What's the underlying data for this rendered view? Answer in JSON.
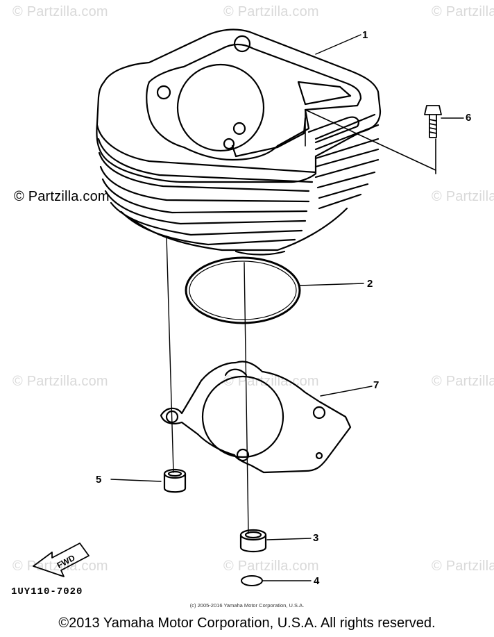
{
  "watermark": {
    "text": "© Partzilla.com",
    "color": "#d9d9d9"
  },
  "callouts": [
    "1",
    "2",
    "3",
    "4",
    "5",
    "6",
    "7"
  ],
  "fwd_label": "FWD",
  "diagram_code": "1UY110-7020",
  "small_copyright": "(c) 2005-2016 Yamaha Motor Corporation, U.S.A.",
  "footer": "©2013 Yamaha Motor Corporation, U.S.A. All rights reserved."
}
